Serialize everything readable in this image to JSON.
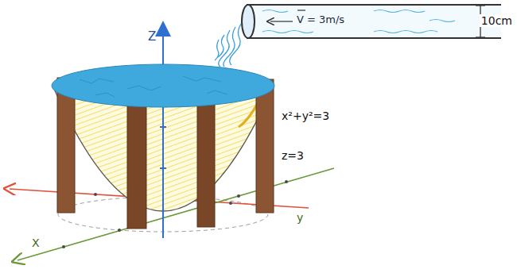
{
  "diagram": {
    "labels": [
      "Z",
      "x²+y²=3",
      "z=3",
      "V = 3m/s",
      "10cm",
      "X",
      "y"
    ]
  }
}
